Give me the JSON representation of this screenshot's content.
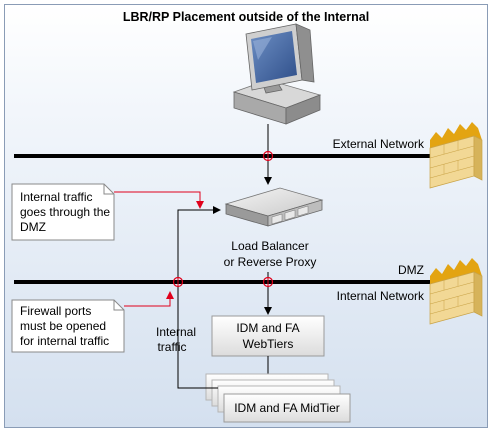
{
  "title": "LBR/RP Placement outside of the Internal",
  "networks": {
    "external": "External Network",
    "dmz": "DMZ",
    "internal": "Internal Network"
  },
  "load_balancer": {
    "line1": "Load Balancer",
    "line2": "or Reverse Proxy"
  },
  "webtiers": {
    "line1": "IDM and FA",
    "line2": "WebTiers"
  },
  "midtier": "IDM and FA MidTier",
  "internal_traffic": {
    "line1": "Internal",
    "line2": "traffic"
  },
  "notes": {
    "dmz_traffic": [
      "Internal traffic",
      "goes through the",
      "DMZ"
    ],
    "firewall_ports": [
      "Firewall ports",
      "must be opened",
      "for internal traffic"
    ]
  },
  "colors": {
    "network_line": "#000000",
    "callout_arrow": "#e0001b",
    "firewall": "#f2d895",
    "firewall_spikes": "#e3a412"
  }
}
